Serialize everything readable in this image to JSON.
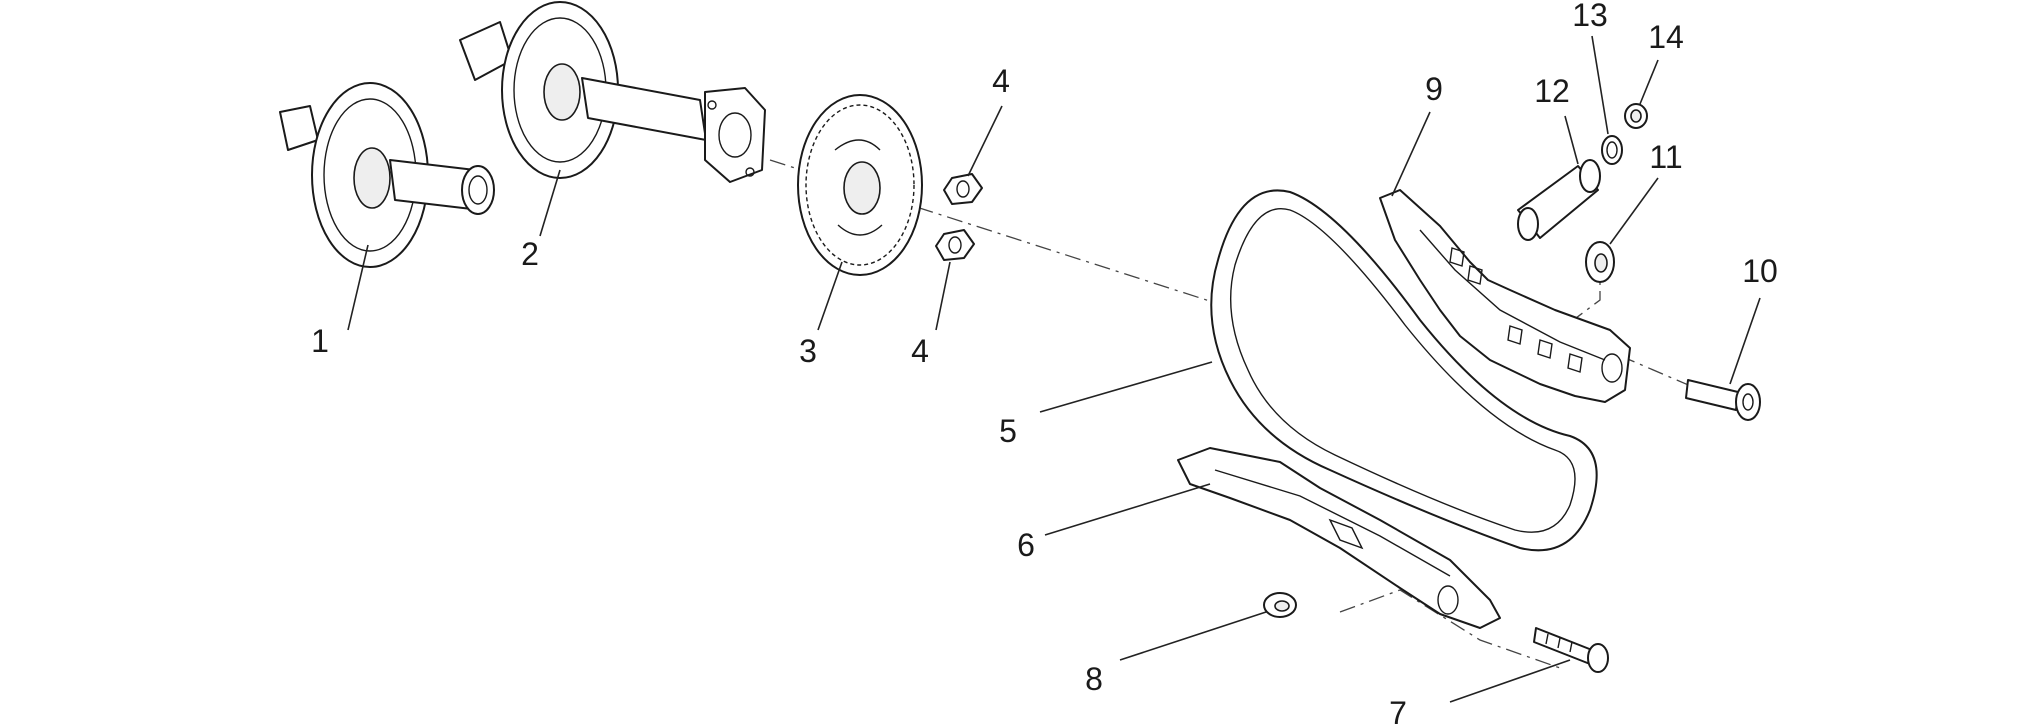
{
  "callouts": [
    {
      "id": "1",
      "label": "1"
    },
    {
      "id": "2",
      "label": "2"
    },
    {
      "id": "3",
      "label": "3"
    },
    {
      "id": "4a",
      "label": "4"
    },
    {
      "id": "4b",
      "label": "4"
    },
    {
      "id": "5",
      "label": "5"
    },
    {
      "id": "6",
      "label": "6"
    },
    {
      "id": "7",
      "label": "7"
    },
    {
      "id": "8",
      "label": "8"
    },
    {
      "id": "9",
      "label": "9"
    },
    {
      "id": "10",
      "label": "10"
    },
    {
      "id": "11",
      "label": "11"
    },
    {
      "id": "12",
      "label": "12"
    },
    {
      "id": "13",
      "label": "13"
    },
    {
      "id": "14",
      "label": "14"
    }
  ]
}
